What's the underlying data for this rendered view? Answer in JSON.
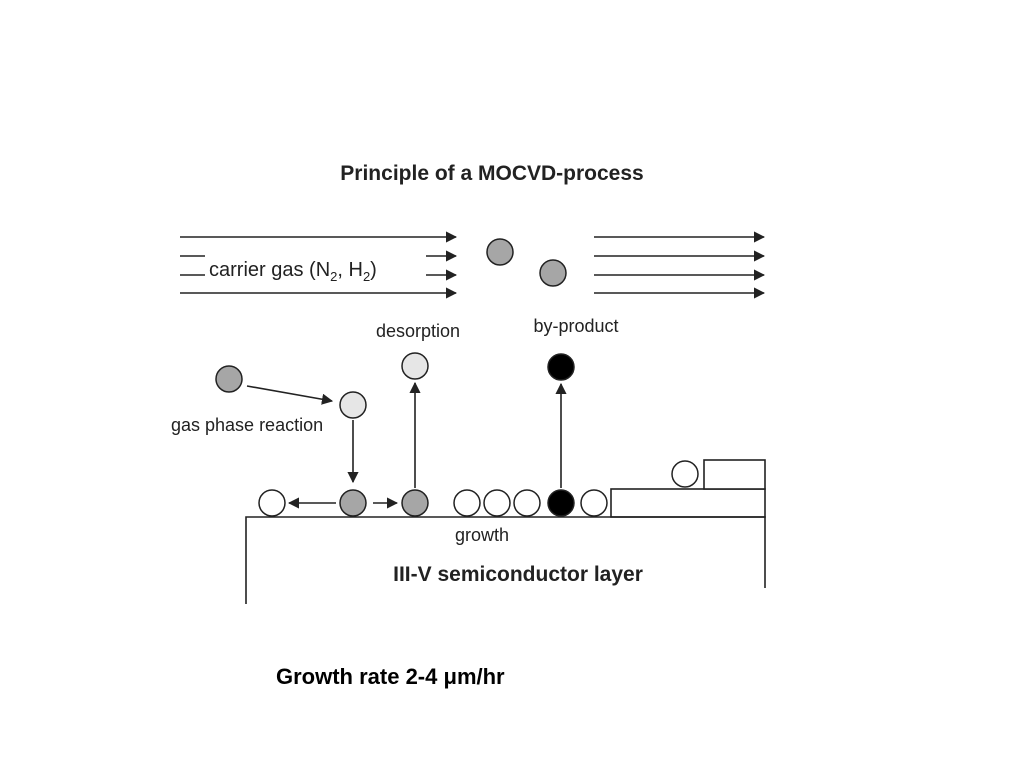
{
  "diagram": {
    "title": "Principle of a MOCVD-process",
    "carrier_gas": {
      "prefix": "carrier gas (N",
      "sub_n": "2",
      "middle": ", H",
      "sub_h": "2",
      "suffix": ")"
    },
    "labels": {
      "desorption": "desorption",
      "by_product": "by-product",
      "gas_phase_reaction": "gas phase reaction",
      "growth": "growth",
      "layer": "III-V semiconductor layer"
    },
    "colors": {
      "gray_molecule": "#a6a6a6",
      "light_molecule": "#e6e6e6",
      "byproduct_molecule": "#000000",
      "open_atom": "#ffffff"
    }
  },
  "footer": {
    "growth_rate": "Growth rate 2-4 μm/hr"
  }
}
